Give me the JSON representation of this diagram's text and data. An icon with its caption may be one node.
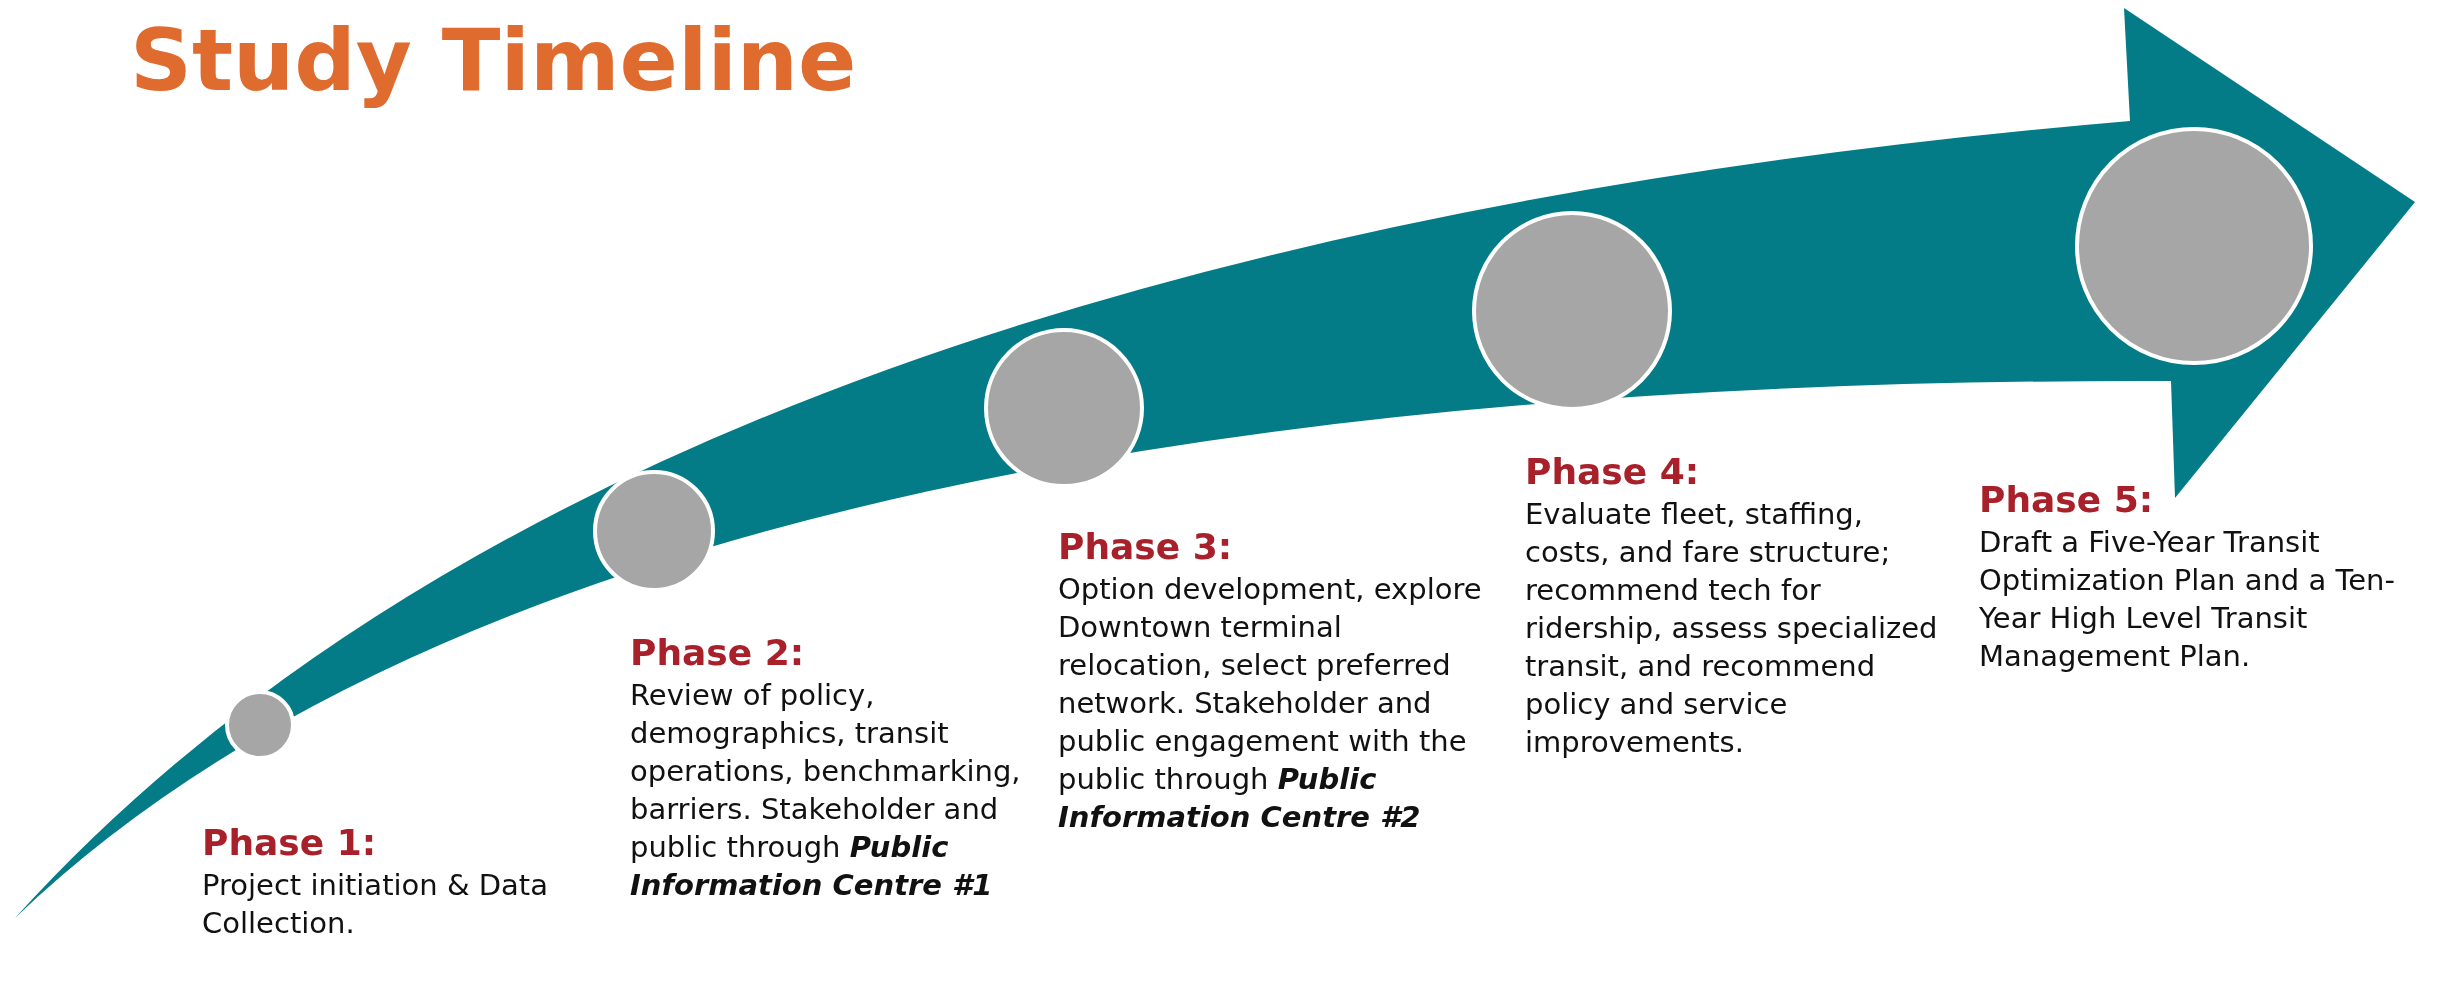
{
  "diagram": {
    "title": "Study Timeline",
    "nodes": [
      {
        "text": [],
        "shape": "circle",
        "beside": [
          "Phase 1:",
          "Project initiation & Data Collection."
        ]
      },
      {
        "text": [],
        "shape": "circle",
        "beside": [
          "Phase 2:",
          "Review of policy, demographics, transit operations, benchmarking, barriers. Stakeholder and public through **Public Information Centre #1**"
        ]
      },
      {
        "text": [],
        "shape": "circle",
        "beside": [
          "Phase 3:",
          "Option development, explore Downtown terminal relocation, select preferred network. Stakeholder and public engagement with the public through **Public Information Centre #2**"
        ]
      },
      {
        "text": [],
        "shape": "circle",
        "beside": [
          "Phase 4:",
          "Evaluate fleet, staffing, costs, and fare structure; recommend tech for ridership, assess specialized transit, and recommend policy and service improvements."
        ]
      },
      {
        "text": [],
        "shape": "circle",
        "beside": [
          "Phase 5:",
          "Draft a Five-Year Transit Optimization Plan and a Ten-Year High Level Transit Management Plan."
        ]
      }
    ]
  }
}
